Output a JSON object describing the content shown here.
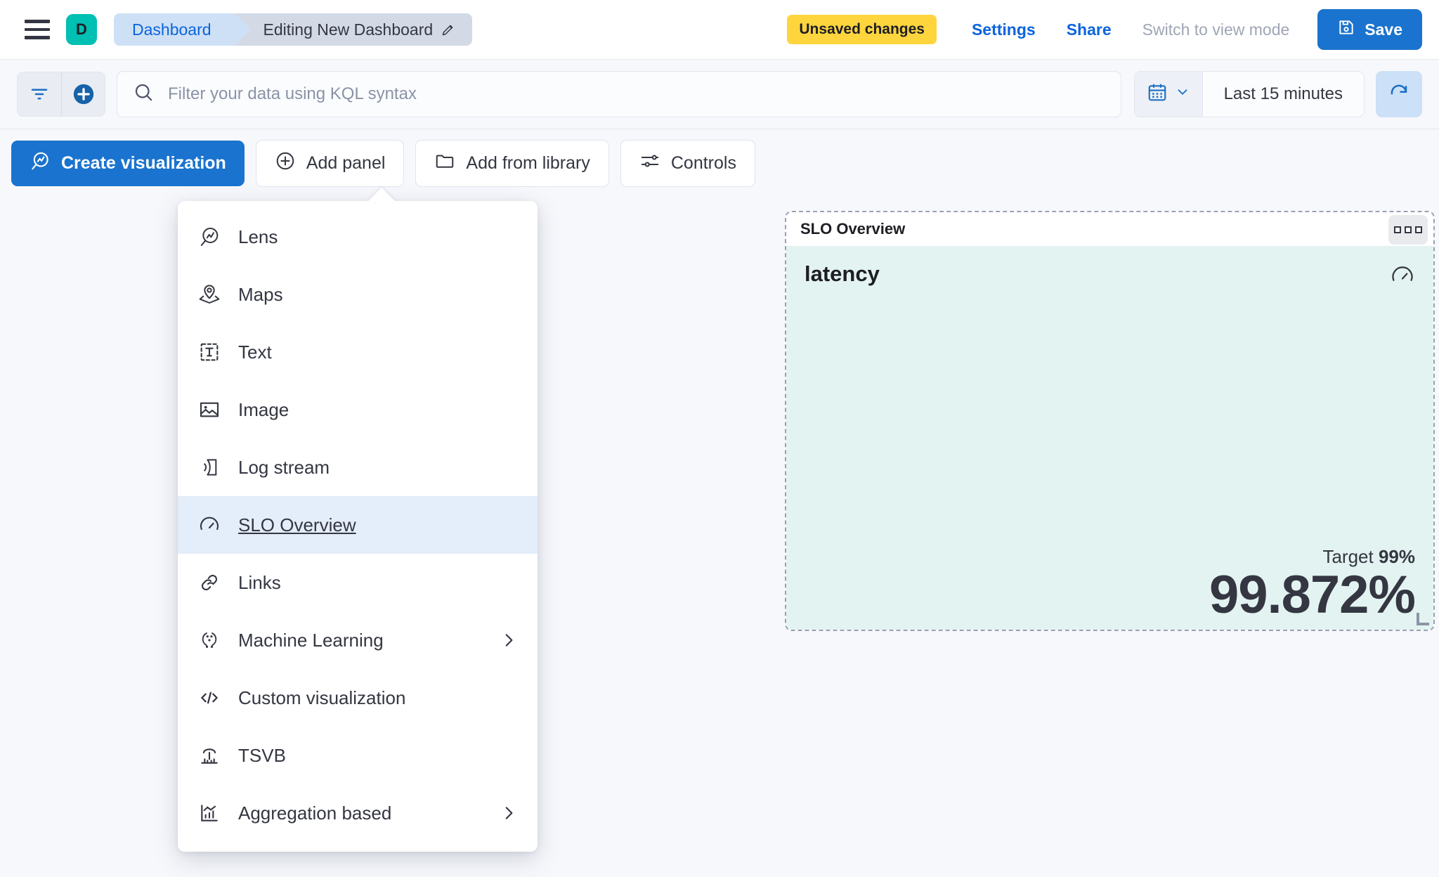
{
  "header": {
    "menu_icon": "hamburger-icon",
    "space_initial": "D",
    "breadcrumbs": [
      {
        "label": "Dashboard"
      },
      {
        "label": "Editing New Dashboard",
        "icon": "pencil-icon"
      }
    ],
    "unsaved_badge": "Unsaved changes",
    "settings_label": "Settings",
    "share_label": "Share",
    "view_mode_label": "Switch to view mode",
    "save_label": "Save",
    "save_icon": "save-disk-icon"
  },
  "query_bar": {
    "filter_icon": "filter-funnel-icon",
    "add_filter_icon": "plus-circle-icon",
    "search_icon": "search-icon",
    "search_placeholder": "Filter your data using KQL syntax",
    "search_value": "",
    "calendar_icon": "calendar-icon",
    "calendar_chevron_icon": "chevron-down-icon",
    "time_range": "Last 15 minutes",
    "refresh_icon": "refresh-icon"
  },
  "edit_toolbar": {
    "create_visualization": {
      "label": "Create visualization",
      "icon": "lens-icon"
    },
    "add_panel": {
      "label": "Add panel",
      "icon": "plus-circle-outline-icon"
    },
    "add_from_library": {
      "label": "Add from library",
      "icon": "folder-icon"
    },
    "controls": {
      "label": "Controls",
      "icon": "sliders-icon"
    }
  },
  "add_panel_menu": {
    "items": [
      {
        "label": "Lens",
        "icon": "lens-icon",
        "selected": false,
        "submenu": false
      },
      {
        "label": "Maps",
        "icon": "map-marker-icon",
        "selected": false,
        "submenu": false
      },
      {
        "label": "Text",
        "icon": "text-box-icon",
        "selected": false,
        "submenu": false
      },
      {
        "label": "Image",
        "icon": "image-icon",
        "selected": false,
        "submenu": false
      },
      {
        "label": "Log stream",
        "icon": "log-stream-icon",
        "selected": false,
        "submenu": false
      },
      {
        "label": "SLO Overview",
        "icon": "gauge-icon",
        "selected": true,
        "submenu": false
      },
      {
        "label": "Links",
        "icon": "link-icon",
        "selected": false,
        "submenu": false
      },
      {
        "label": "Machine Learning",
        "icon": "ml-icon",
        "selected": false,
        "submenu": true
      },
      {
        "label": "Custom visualization",
        "icon": "code-icon",
        "selected": false,
        "submenu": false
      },
      {
        "label": "TSVB",
        "icon": "tsvb-icon",
        "selected": false,
        "submenu": false
      },
      {
        "label": "Aggregation based",
        "icon": "agg-chart-icon",
        "selected": false,
        "submenu": true
      }
    ]
  },
  "dashboard_panel": {
    "title": "SLO Overview",
    "context_menu_icon": "panel-context-menu-icon",
    "slo_name": "latency",
    "slo_icon": "gauge-icon",
    "target_label": "Target",
    "target_value": "99%",
    "sli_value": "99.872%",
    "resize_handle_icon": "resize-corner-icon"
  },
  "colors": {
    "accent_blue": "#1A73CE",
    "link_blue": "#0B64DD",
    "warning_yellow": "#FFD53E",
    "space_teal": "#00BFB3",
    "panel_success_bg": "#E3F3F1",
    "menu_selected_bg": "#E4EDFA",
    "page_bg": "#F7F8FC"
  }
}
